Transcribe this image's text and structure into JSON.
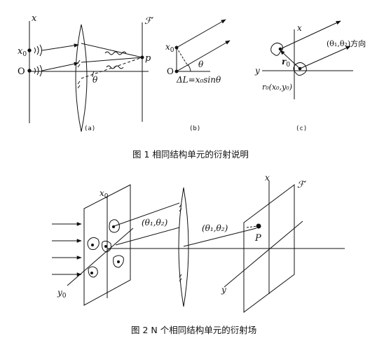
{
  "figure1": {
    "caption": "图 1  相同结构单元的衍射说明",
    "panel_a": {
      "tag": "(a)",
      "axis_x": "x",
      "source_x0": "x",
      "source_x0_sub": "0",
      "origin": "O",
      "angle": "θ",
      "focal_plane": "ℱ′",
      "point": "p"
    },
    "panel_b": {
      "tag": "(b)",
      "source_x0": "x",
      "source_x0_sub": "0",
      "origin": "O",
      "angle": "θ",
      "path_diff": "ΔL=x₀sinθ"
    },
    "panel_c": {
      "tag": "(c)",
      "axis_x": "x",
      "axis_y": "y",
      "vector_r0": "r",
      "vector_r0_sub": "0",
      "direction": "(θ₁,θ₂)方向",
      "point_label": "r₀(x₀,y₀)"
    }
  },
  "figure2": {
    "caption": "图 2 N 个相同结构单元的衍射场",
    "axis_x0": "x",
    "axis_x0_sub": "0",
    "axis_y0": "y",
    "axis_y0_sub": "0",
    "dir_label_1": "(θ₁,θ₂)",
    "dir_label_2": "(θ₁,θ₂)",
    "axis_x": "x",
    "axis_y": "y",
    "focal_plane": "ℱ′",
    "point": "P"
  }
}
